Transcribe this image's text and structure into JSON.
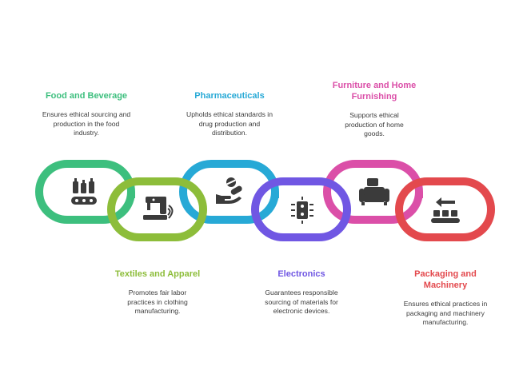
{
  "colors": {
    "food": "#3dbf7e",
    "textiles": "#8dbd3a",
    "pharma": "#27a9d6",
    "electronics": "#7057e3",
    "furniture": "#db4fa8",
    "packaging": "#e3494d",
    "icon": "#3b3b3b",
    "desc_text": "#3c3c3c"
  },
  "sectors": [
    {
      "key": "food",
      "title": "Food and Beverage",
      "description": "Ensures ethical sourcing and production in the food industry.",
      "icon": "bottles-conveyor-icon",
      "color": "#3dbf7e"
    },
    {
      "key": "textiles",
      "title": "Textiles and Apparel",
      "description": "Promotes fair labor practices in clothing manufacturing.",
      "icon": "sewing-machine-icon",
      "color": "#8dbd3a"
    },
    {
      "key": "pharma",
      "title": "Pharmaceuticals",
      "description": "Upholds ethical standards in drug production and distribution.",
      "icon": "pills-hand-icon",
      "color": "#27a9d6"
    },
    {
      "key": "electronics",
      "title": "Electronics",
      "description": "Guarantees responsible sourcing of materials for electronic devices.",
      "icon": "microchip-icon",
      "color": "#7057e3"
    },
    {
      "key": "furniture",
      "title": "Furniture and Home Furnishing",
      "description": "Supports ethical production of home goods.",
      "icon": "sofa-icon",
      "color": "#db4fa8"
    },
    {
      "key": "packaging",
      "title": "Packaging and Machinery",
      "description": "Ensures ethical practices in packaging and machinery manufacturing.",
      "icon": "conveyor-boxes-icon",
      "color": "#e3494d"
    }
  ]
}
